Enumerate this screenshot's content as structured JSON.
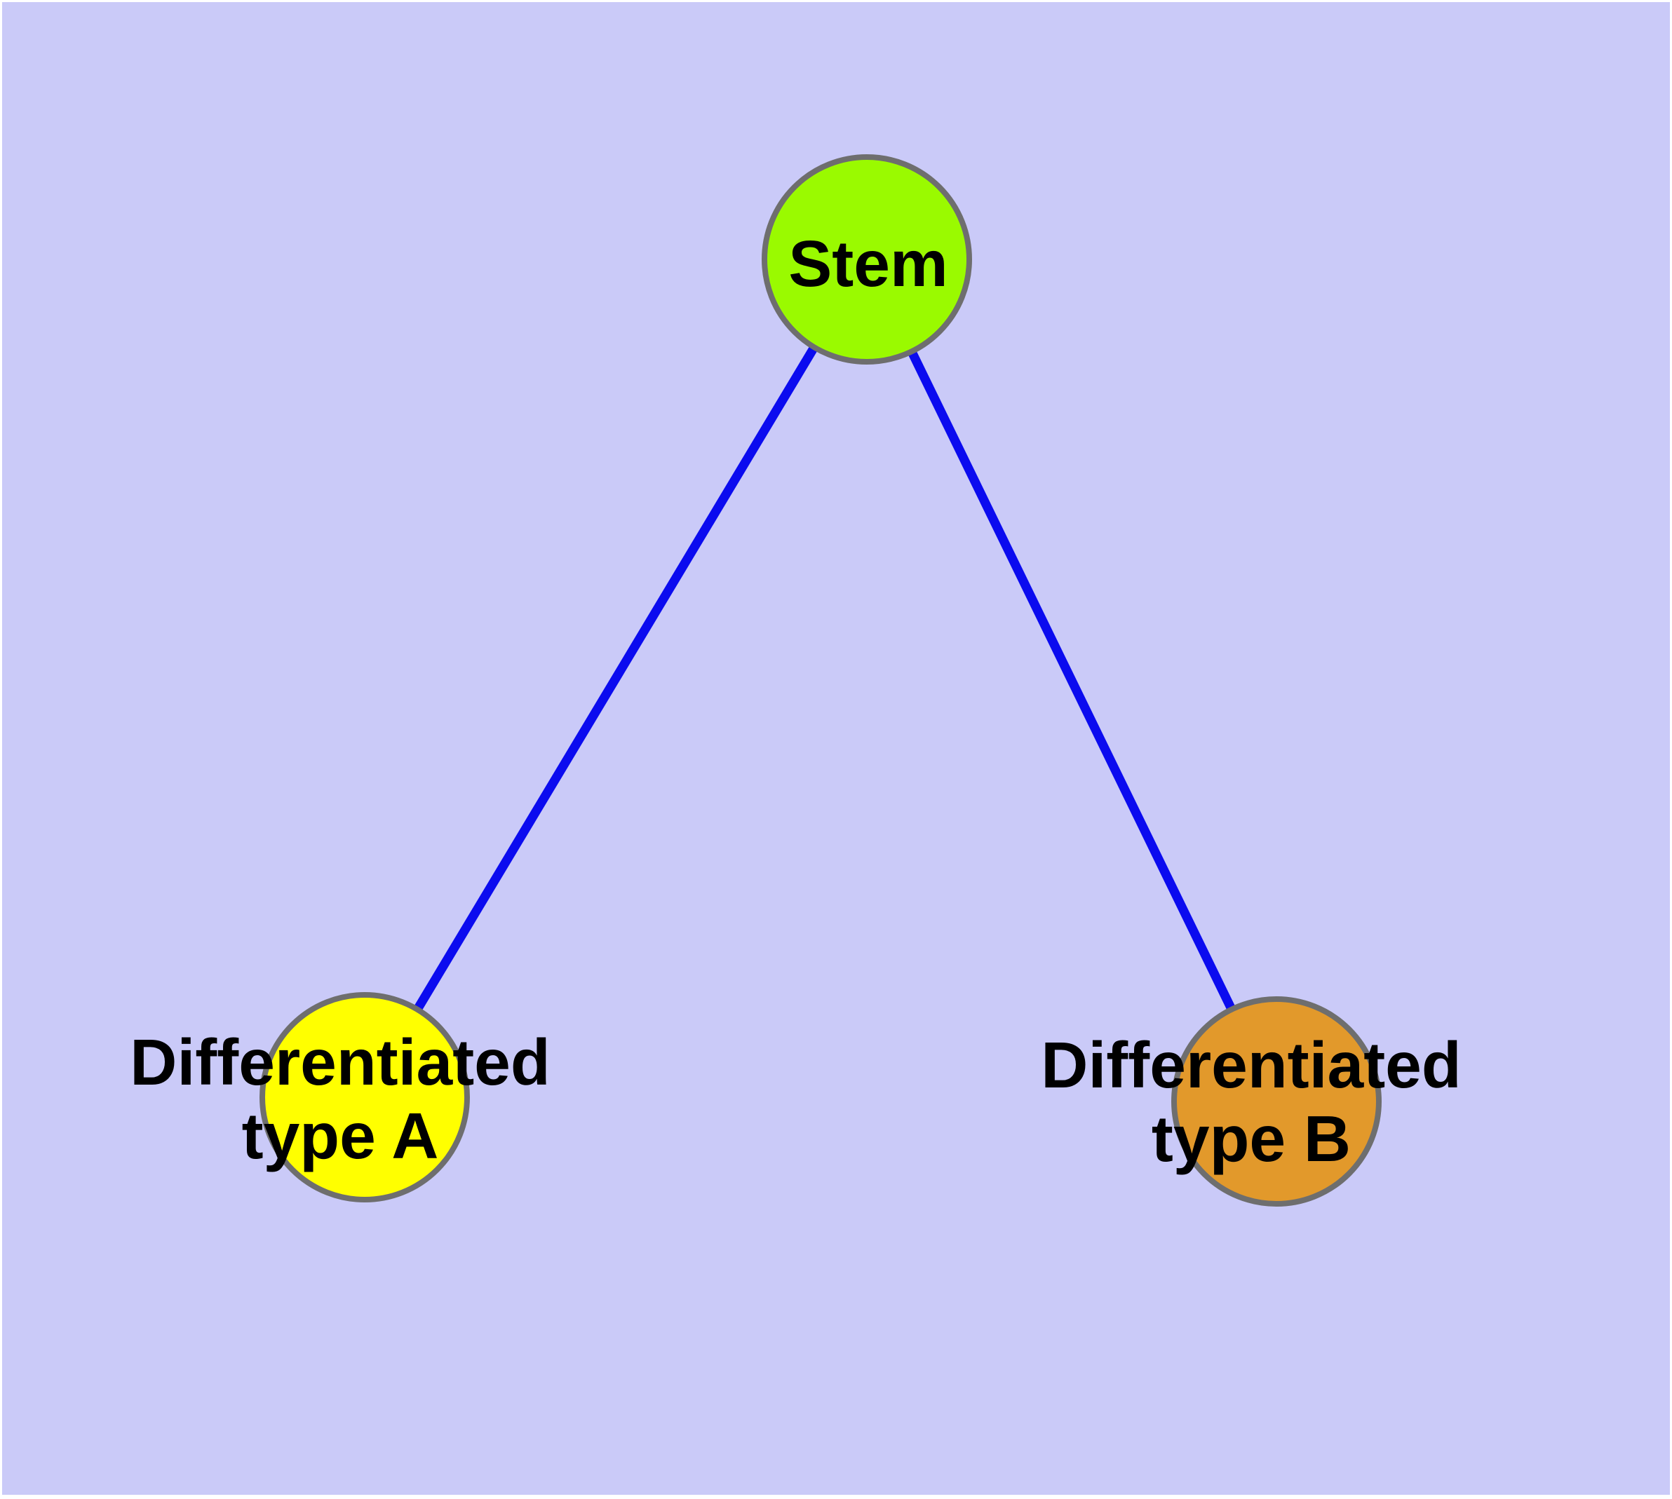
{
  "diagram": {
    "type": "graph",
    "description": "Cell differentiation graph: one stem node with edges to two differentiated cell type nodes",
    "nodes": [
      {
        "id": "stem",
        "label": "Stem",
        "fill": "#9AFA00"
      },
      {
        "id": "diff_a",
        "label_line1": "Differentiated",
        "label_line2": "type A",
        "fill": "#FFFF00"
      },
      {
        "id": "diff_b",
        "label_line1": "Differentiated",
        "label_line2": "type B",
        "fill": "#E2992B"
      }
    ],
    "edges": [
      {
        "from": "stem",
        "to": "diff_a"
      },
      {
        "from": "stem",
        "to": "diff_b"
      }
    ]
  },
  "colors": {
    "page_background": "#FFFFFF",
    "panel_background": "#CACAF8",
    "node_border": "#6E6E6E",
    "edge": "#0B0BEF",
    "label_text": "#000000",
    "stem_fill": "#9AFA00",
    "diff_a_fill": "#FFFF00",
    "diff_b_fill": "#E2992B"
  }
}
